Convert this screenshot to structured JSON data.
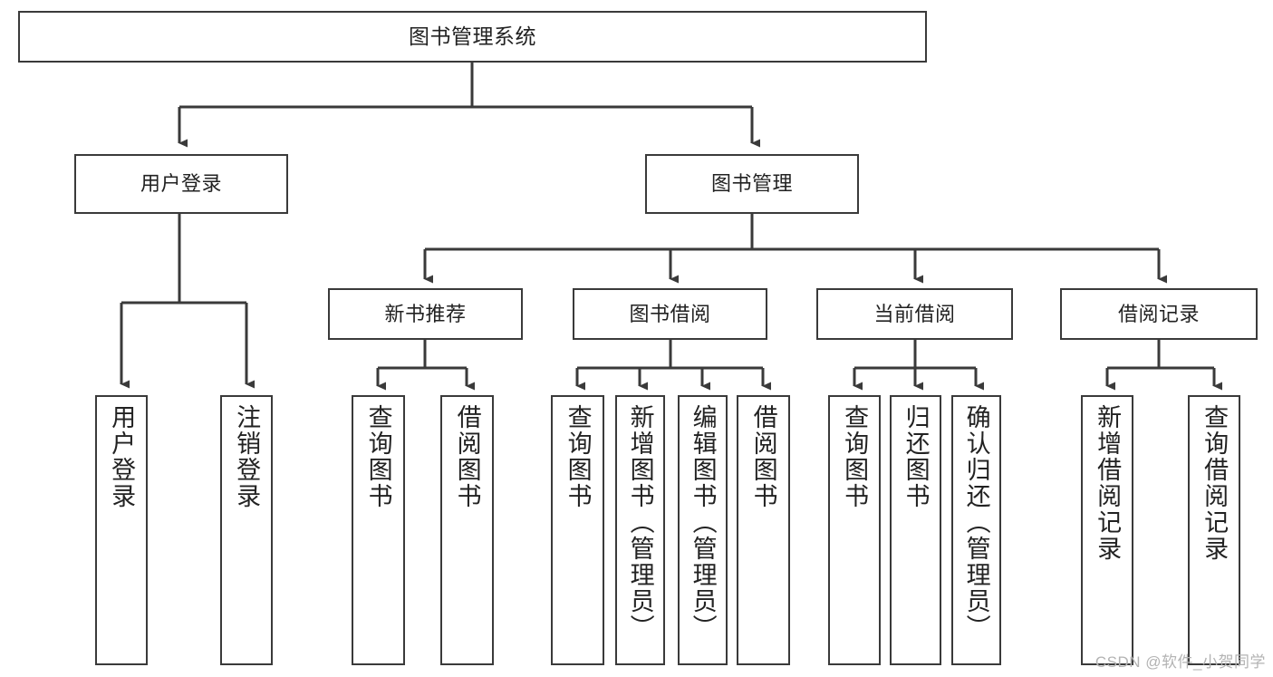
{
  "diagram": {
    "title": "图书管理系统",
    "watermark": "CSDN @软件_小贺同学",
    "line_color": "#3a3a3a",
    "box_fill": "#ffffff",
    "text_color": "#222222",
    "watermark_color": "#b3b3b3"
  },
  "nodes": {
    "root": {
      "label": "图书管理系统"
    },
    "level1": [
      {
        "label": "用户登录"
      },
      {
        "label": "图书管理"
      }
    ],
    "level2": [
      {
        "label": "新书推荐"
      },
      {
        "label": "图书借阅"
      },
      {
        "label": "当前借阅"
      },
      {
        "label": "借阅记录"
      }
    ],
    "leaves": {
      "user_login": [
        {
          "label": "用户登录"
        },
        {
          "label": "注销登录"
        }
      ],
      "new_book": [
        {
          "label": "查询图书"
        },
        {
          "label": "借阅图书"
        }
      ],
      "book_borrow": [
        {
          "label": "查询图书"
        },
        {
          "label": "新增图书（管理员）"
        },
        {
          "label": "编辑图书（管理员）"
        },
        {
          "label": "借阅图书"
        }
      ],
      "current_borrow": [
        {
          "label": "查询图书"
        },
        {
          "label": "归还图书"
        },
        {
          "label": "确认归还（管理员）"
        }
      ],
      "borrow_record": [
        {
          "label": "新增借阅记录"
        },
        {
          "label": "查询借阅记录"
        }
      ]
    }
  }
}
